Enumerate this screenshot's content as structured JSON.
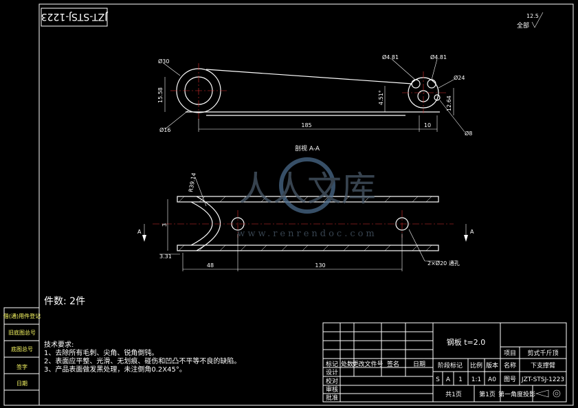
{
  "drawing_number_rotated": "JZT-STSJ-1223",
  "surface_finish": {
    "label": "全部",
    "value": "12.5"
  },
  "dimensions": {
    "d_big": "Ø30",
    "d_hub": "Ø16",
    "d_small1": "Ø4.81",
    "d_small2": "Ø4.81",
    "d_right": "Ø24",
    "d_hole": "Ø8",
    "h_left": "15.58",
    "h_angle": "4.51°",
    "h_right": "12.64",
    "len_main": "185",
    "len_tail": "10",
    "len_48": "48",
    "len_130": "130",
    "small_3": "3",
    "small_331": "3.31",
    "r_label": "R39.14",
    "holes_note": "2×Ø20 通孔"
  },
  "section_label": "剖视 A-A",
  "section_marker": "A",
  "quantity": "件数: 2件",
  "tech_req": {
    "title": "技术要求:",
    "line1": "1、去除所有毛刺、尖角、锐角倒钝。",
    "line2": "2、表面应平整、光滑、无划痕、碰伤和凹凸不平等不良的缺陷。",
    "line3": "3、产品表面做发黑处理，未注倒角0.2X45°。"
  },
  "side_table": [
    "借(通)用件登记",
    "旧底图总号",
    "底图总号",
    "签字",
    "日期"
  ],
  "title_block": {
    "material": "钢板 t=2.0",
    "project_label": "项目",
    "project_value": "剪式千斤顶",
    "name_label": "名称",
    "name_value": "下支撑臂",
    "drawing_label": "图号",
    "drawing_value": "JZT-STSJ-1223",
    "header_row": [
      "标记",
      "处数",
      "更改文件号",
      "签名",
      "日期"
    ],
    "stage_header": [
      "阶段标记",
      "比例",
      "版本"
    ],
    "stage_values": [
      "S",
      "A",
      "1",
      "1:1",
      "A0"
    ],
    "roles": [
      "设计",
      "校对",
      "审核",
      "批准"
    ],
    "sheet_total": "共1页",
    "sheet_no": "第1页",
    "projection": "第一角度投影"
  },
  "watermark": {
    "brand": "人人文库",
    "url": "www.renrendoc.com"
  }
}
